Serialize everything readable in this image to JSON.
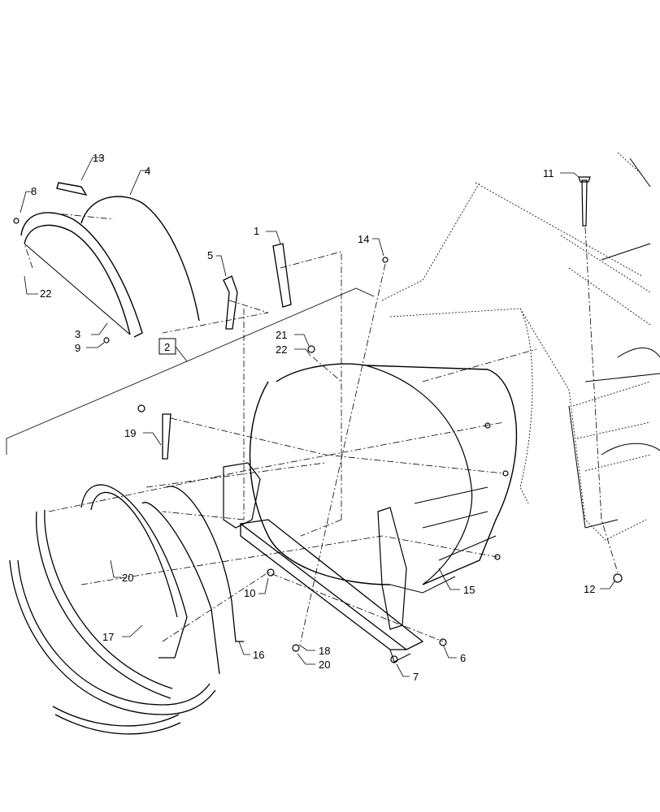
{
  "diagram": {
    "callouts": {
      "c1": "1",
      "c2": "2",
      "c3": "3",
      "c4": "4",
      "c5": "5",
      "c6": "6",
      "c7": "7",
      "c8": "8",
      "c9": "9",
      "c10": "10",
      "c11": "11",
      "c12": "12",
      "c13": "13",
      "c14": "14",
      "c15": "15",
      "c16": "16",
      "c17": "17",
      "c18": "18",
      "c19": "19",
      "c20a": "20",
      "c20b": "20",
      "c21": "21",
      "c22a": "22",
      "c22b": "22"
    }
  }
}
